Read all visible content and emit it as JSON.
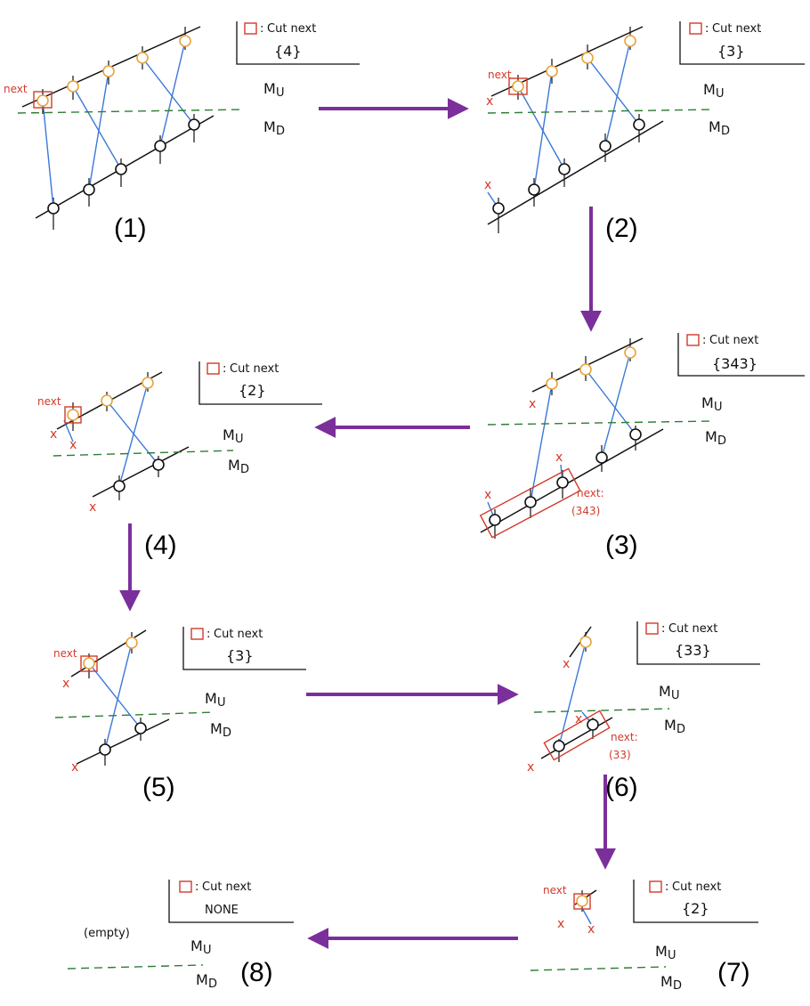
{
  "legend_title": "Cut next",
  "mu_label": "M",
  "mu_sub_up": "U",
  "mu_sub_down": "D",
  "next_word": "next",
  "empty_label": "(empty)",
  "colors": {
    "arrow": "#7b2f9a",
    "upper_node": "#e8a33a",
    "lower_node": "#111111",
    "edge": "#3b78d8",
    "cut": "#2e7d32",
    "mark": "#d23a2a"
  },
  "panels": [
    {
      "id": "1",
      "label": "(1)",
      "queue": "{4}"
    },
    {
      "id": "2",
      "label": "(2)",
      "queue": "{3}"
    },
    {
      "id": "3",
      "label": "(3)",
      "queue": "{343}",
      "next_group": "next:",
      "next_group_value": "(343)"
    },
    {
      "id": "4",
      "label": "(4)",
      "queue": "{2}"
    },
    {
      "id": "5",
      "label": "(5)",
      "queue": "{3}"
    },
    {
      "id": "6",
      "label": "(6)",
      "queue": "{33}",
      "next_group": "next:",
      "next_group_value": "(33)"
    },
    {
      "id": "7",
      "label": "(7)",
      "queue": "{2}"
    },
    {
      "id": "8",
      "label": "(8)",
      "queue": "NONE"
    }
  ]
}
